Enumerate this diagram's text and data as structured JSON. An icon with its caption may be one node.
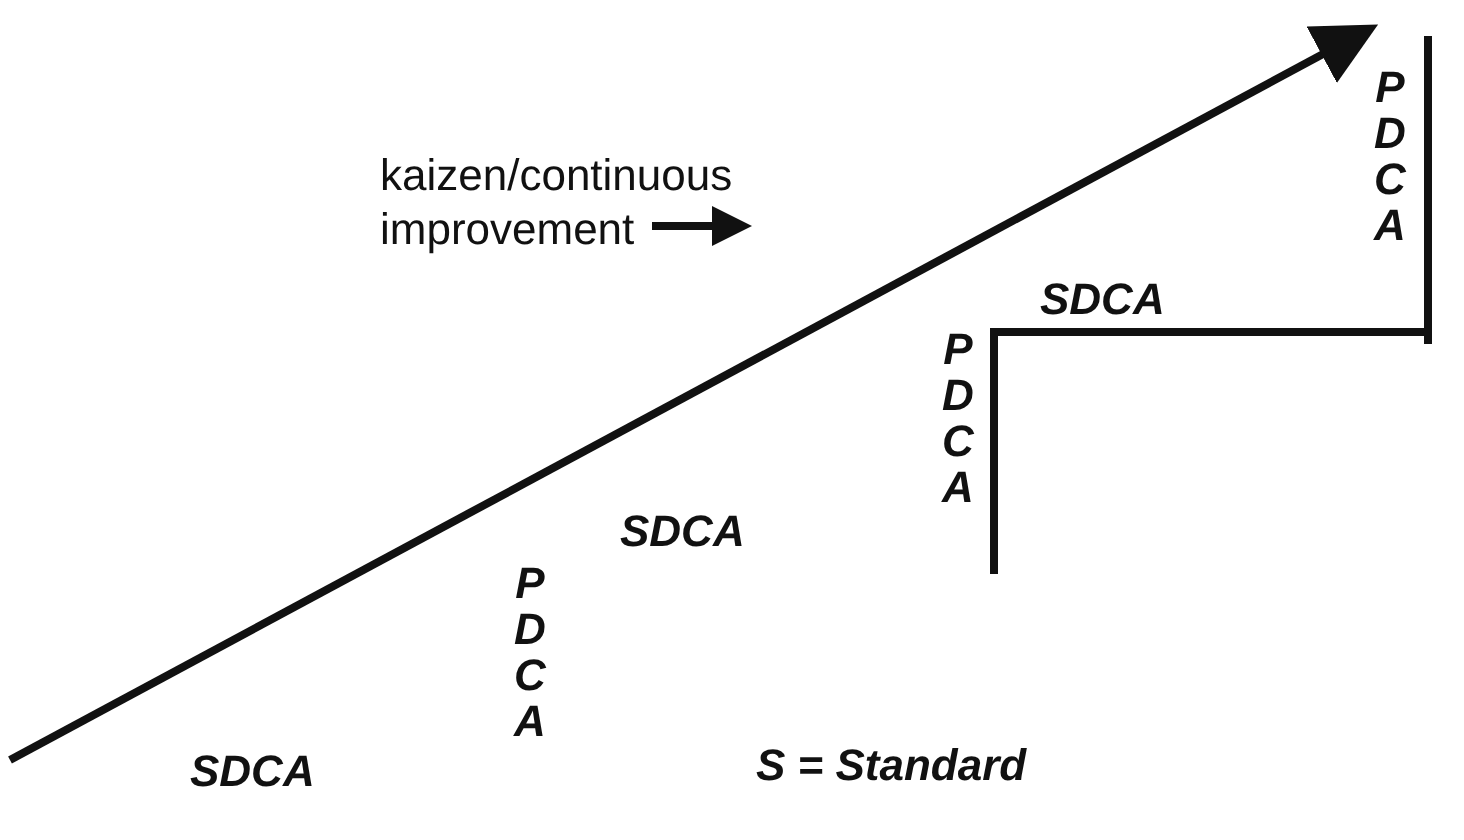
{
  "diagram": {
    "labels": [
      "P D C A",
      "kaizen/continuous improvement",
      "SDCA",
      "P D C A",
      "SDCA",
      "P D C A",
      "SDCA",
      "S = Standard"
    ]
  }
}
